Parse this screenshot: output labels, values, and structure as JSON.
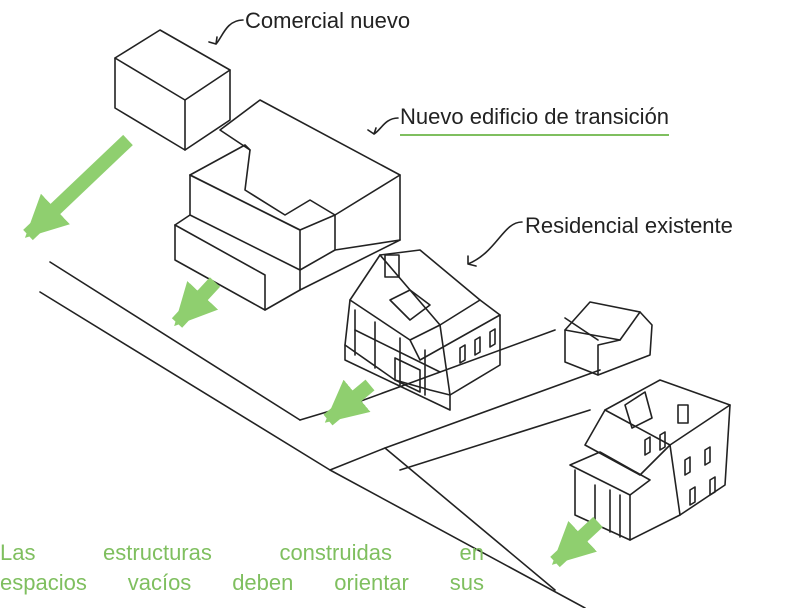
{
  "labels": {
    "commercial": "Comercial nuevo",
    "transition": "Nuevo edificio de transición",
    "residential": "Residencial existente"
  },
  "caption": {
    "line1": "Las estructuras construidas en",
    "line2": "espacios vacíos deben orientar sus"
  },
  "colors": {
    "arrow": "#8fcf6f",
    "caption_text": "#7fbf5f",
    "underline": "#7fbf5f",
    "ink": "#222222"
  }
}
